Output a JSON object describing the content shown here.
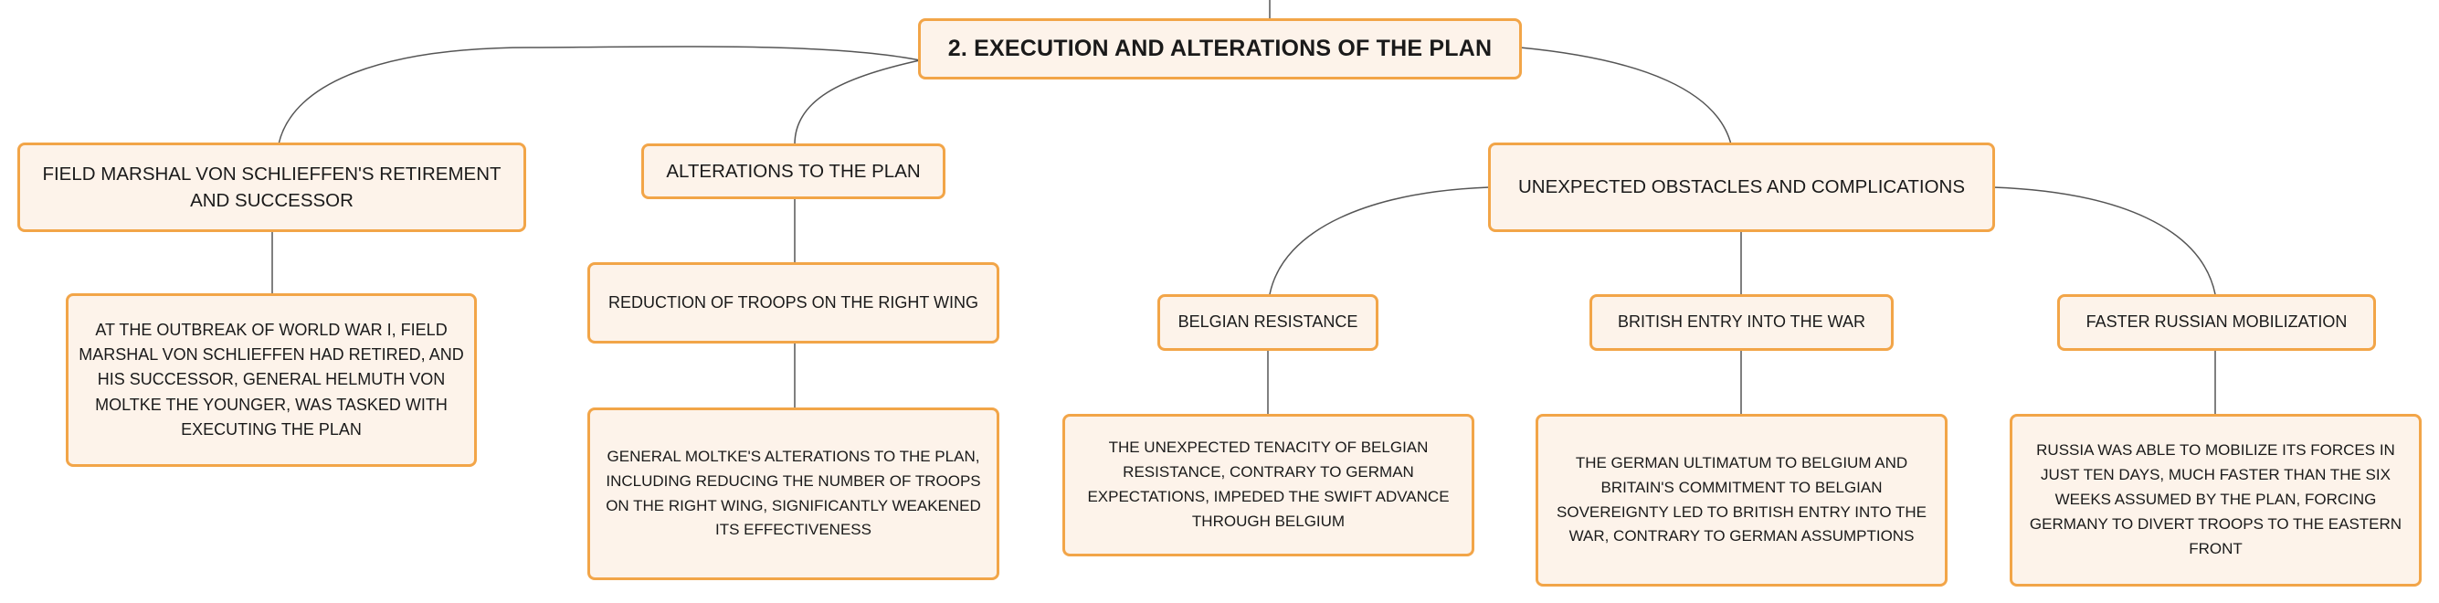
{
  "colors": {
    "node_fill": "#fdf3ea",
    "node_border": "#f2a548",
    "connector": "#555555",
    "text": "#1a1a1a"
  },
  "root": {
    "title": "2. EXECUTION AND ALTERATIONS OF THE PLAN"
  },
  "branches": [
    {
      "label": "FIELD MARSHAL VON SCHLIEFFEN'S RETIREMENT AND SUCCESSOR",
      "children": [
        {
          "text": "AT THE OUTBREAK OF WORLD WAR I, FIELD MARSHAL VON SCHLIEFFEN HAD RETIRED, AND HIS SUCCESSOR, GENERAL HELMUTH VON MOLTKE THE YOUNGER, WAS TASKED WITH EXECUTING THE PLAN"
        }
      ]
    },
    {
      "label": "ALTERATIONS TO THE PLAN",
      "children": [
        {
          "label": "REDUCTION OF TROOPS ON THE RIGHT WING",
          "detail": "GENERAL MOLTKE'S ALTERATIONS TO THE PLAN, INCLUDING REDUCING THE NUMBER OF TROOPS ON THE RIGHT WING, SIGNIFICANTLY WEAKENED ITS EFFECTIVENESS"
        }
      ]
    },
    {
      "label": "UNEXPECTED OBSTACLES AND COMPLICATIONS",
      "children": [
        {
          "label": "BELGIAN RESISTANCE",
          "detail": "THE UNEXPECTED TENACITY OF BELGIAN RESISTANCE, CONTRARY TO GERMAN EXPECTATIONS, IMPEDED THE SWIFT ADVANCE THROUGH BELGIUM"
        },
        {
          "label": "BRITISH ENTRY INTO THE WAR",
          "detail": "THE GERMAN ULTIMATUM TO BELGIUM AND BRITAIN'S COMMITMENT TO BELGIAN SOVEREIGNTY LED TO BRITISH ENTRY INTO THE WAR, CONTRARY TO GERMAN ASSUMPTIONS"
        },
        {
          "label": "FASTER RUSSIAN MOBILIZATION",
          "detail": "RUSSIA WAS ABLE TO MOBILIZE ITS FORCES IN JUST TEN DAYS, MUCH FASTER THAN THE SIX WEEKS ASSUMED BY THE PLAN, FORCING GERMANY TO DIVERT TROOPS TO THE EASTERN FRONT"
        }
      ]
    }
  ]
}
